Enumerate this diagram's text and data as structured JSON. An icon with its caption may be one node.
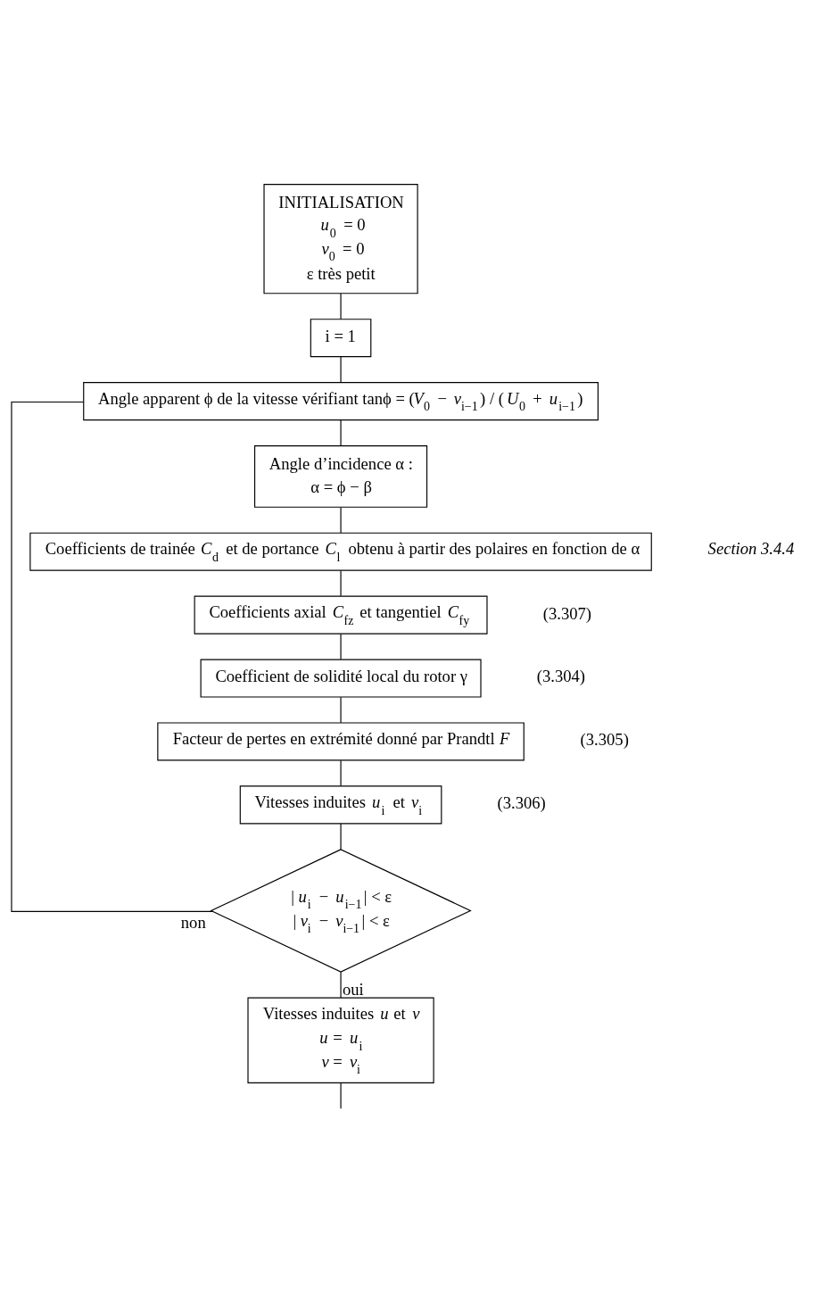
{
  "diagram": {
    "nodes": [
      {
        "text": [
          "INITIALISATION",
          "*u*$_{0}$ = 0",
          "*v*$_{0}$ = 0",
          "ε très petit"
        ]
      },
      {
        "text": [
          "i = 1"
        ]
      },
      {
        "text": [
          "Angle apparent ϕ de la vitesse vérifiant tanϕ = (*V*$_{0}$ − *v*$_{i−1}$) / (*U*$_{0}$ + *u*$_{i−1}$)"
        ]
      },
      {
        "text": [
          "Angle d’incidence α :",
          "α = ϕ − β"
        ]
      },
      {
        "text": [
          "Coefficients de trainée *C*$_{d}$ et de portance *C*$_{l}$ obtenu à partir des polaires en fonction de α"
        ],
        "beside": [
          "Section 3.4.4"
        ]
      },
      {
        "text": [
          "Coefficients axial *C*$_{fz}$ et tangentiel *C*$_{fy}$"
        ],
        "beside": [
          "(3.307)"
        ]
      },
      {
        "text": [
          "Coefficient de solidité local du rotor γ"
        ],
        "beside": [
          "(3.304)"
        ]
      },
      {
        "text": [
          "Facteur de pertes en extrémité donné par Prandtl *F*"
        ],
        "beside": [
          "(3.305)"
        ]
      },
      {
        "text": [
          "Vitesses induites *u*$_{i}$ et *v*$_{i}$"
        ],
        "beside": [
          "(3.306)"
        ]
      },
      {
        "text": [
          "|*u*$_{i}$ − *u*$_{i−1}$| < ε",
          "|*v*$_{i}$ − *v*$_{i−1}$| < ε"
        ]
      },
      {
        "text": [
          "Vitesses induites *u* et *v*",
          "*u* = *u*$_{i}$",
          "*v* = *v*$_{i}$"
        ]
      }
    ],
    "edges": [
      {
        "from": 0,
        "to": 1,
        "arrow": "none"
      },
      {
        "from": 1,
        "to": 2,
        "arrow": "none"
      },
      {
        "from": 2,
        "to": 3,
        "arrow": "none"
      },
      {
        "from": 3,
        "to": 4,
        "arrow": "none"
      },
      {
        "from": 4,
        "to": 5,
        "arrow": "none"
      },
      {
        "from": 5,
        "to": 6,
        "arrow": "none"
      },
      {
        "from": 6,
        "to": 7,
        "arrow": "none"
      },
      {
        "from": 7,
        "to": 8,
        "arrow": "none"
      },
      {
        "from": 8,
        "to": 9,
        "arrow": "none"
      },
      {
        "from": 9,
        "to": 2,
        "arrow": "none",
        "label": "non"
      },
      {
        "from": 9,
        "to": 10,
        "arrow": "none",
        "label": "oui"
      },
      {
        "from": 10,
        "to": null,
        "arrow": "none"
      }
    ]
  }
}
